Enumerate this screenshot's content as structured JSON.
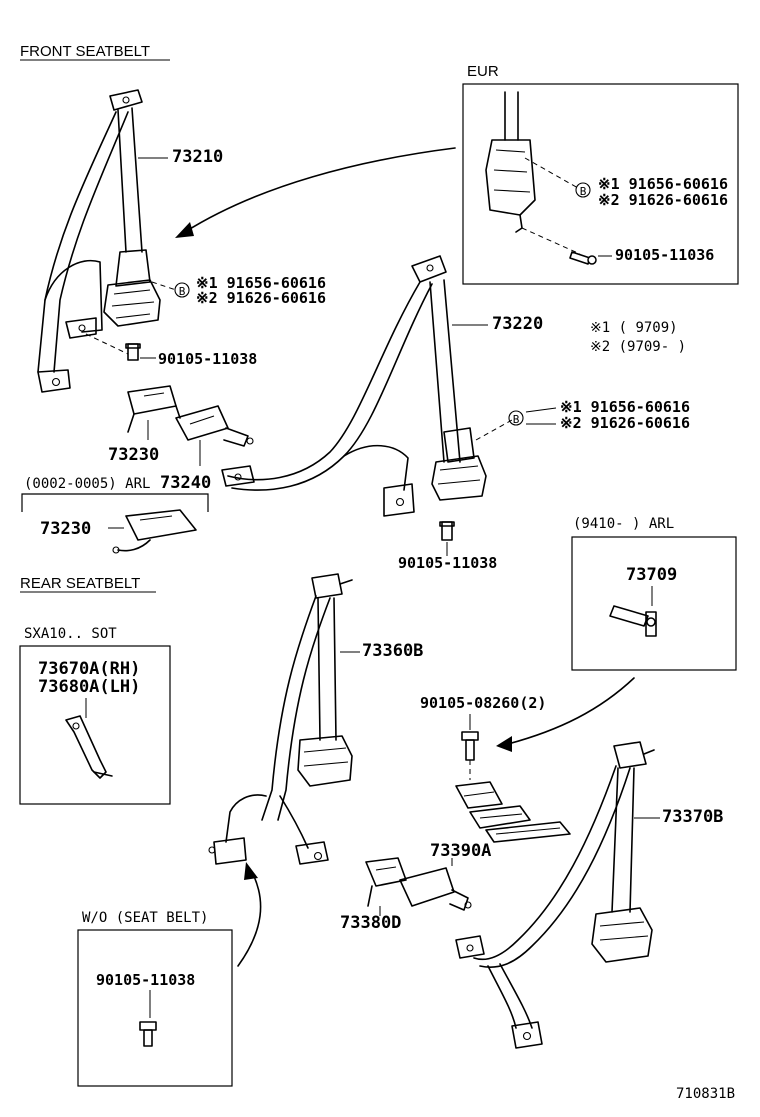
{
  "headers": {
    "front": "FRONT SEATBELT",
    "eur": "EUR",
    "arl_0002": "(0002-0005) ARL",
    "rear": "REAR SEATBELT",
    "sxa": "SXA10.. SOT",
    "arl_9410": "(9410-      ) ARL",
    "wo_seatbelt": "W/O (SEAT BELT)"
  },
  "parts": {
    "p73210": "73210",
    "p73220": "73220",
    "p73230a": "73230",
    "p73240": "73240",
    "p73230b": "73230",
    "p73360b": "73360B",
    "p73370b": "73370B",
    "p73390a": "73390A",
    "p73380d": "73380D",
    "p73709": "73709",
    "p73670a": "73670A(RH)",
    "p73680a": "73680A(LH)",
    "b90105_11038_front": "90105-11038",
    "b90105_11036": "90105-11036",
    "b90105_11038_mid": "90105-11038",
    "b90105_08260": "90105-08260(2)",
    "b90105_11038_wo": "90105-11038"
  },
  "callouts": {
    "left_1": "※1 91656-60616",
    "left_2": "※2 91626-60616",
    "eur_1": "※1 91656-60616",
    "eur_2": "※2 91626-60616",
    "right_1": "※1 91656-60616",
    "right_2": "※2 91626-60616",
    "bolt_symbol": "B"
  },
  "legend": {
    "note1": "※1 (       9709)",
    "note2": "※2 (9709-       )"
  },
  "figure_id": "710831B"
}
